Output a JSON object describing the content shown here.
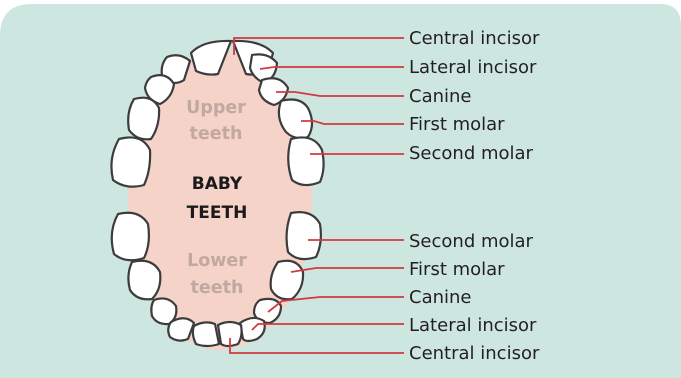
{
  "diagram": {
    "title_line1": "BABY",
    "title_line2": "TEETH",
    "upper_region_line1": "Upper",
    "upper_region_line2": "teeth",
    "lower_region_line1": "Lower",
    "lower_region_line2": "teeth",
    "upper_labels": [
      "Central incisor",
      "Lateral incisor",
      "Canine",
      "First molar",
      "Second molar"
    ],
    "lower_labels": [
      "Second molar",
      "First molar",
      "Canine",
      "Lateral incisor",
      "Central incisor"
    ]
  },
  "colors": {
    "panel": "#cde6e0",
    "palate": "#f5d3c8",
    "leader": "#d4393f",
    "region_text": "#c1a8a0",
    "tooth_outline": "#3c3c3c"
  }
}
